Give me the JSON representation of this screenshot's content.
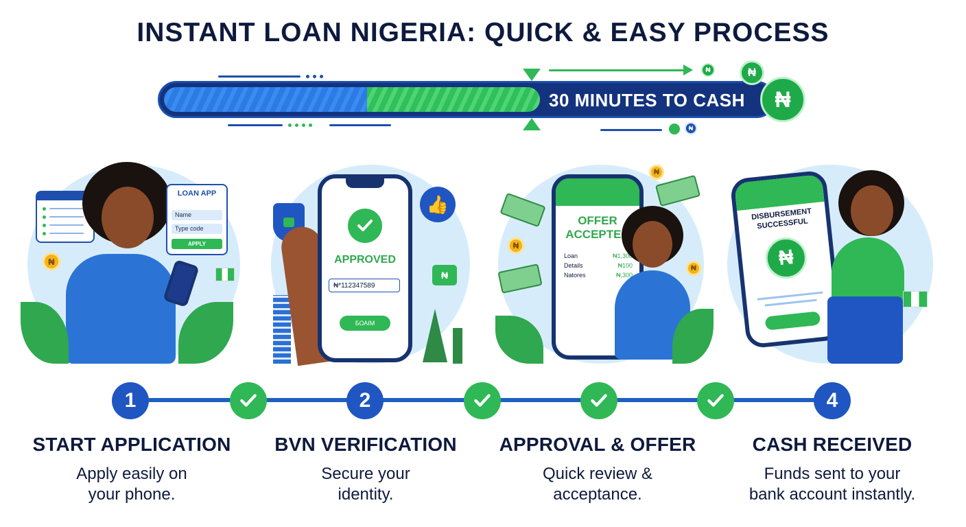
{
  "title": "INSTANT LOAN NIGERIA: QUICK & EASY PROCESS",
  "progress": {
    "label": "30 MINUTES TO CASH",
    "fraction": 0.62,
    "currency_symbol": "₦"
  },
  "colors": {
    "navy": "#0e1a3d",
    "blue": "#1f56c2",
    "green": "#2fb855",
    "light_blue": "#d7ecfb"
  },
  "step1": {
    "panel_title": "LOAN APP",
    "field_name": "Name",
    "field_code": "Type code",
    "button": "APPLY"
  },
  "step2": {
    "status": "APPROVED",
    "bvn_value": "₦*112347589",
    "button": "БОАІМ"
  },
  "step3": {
    "heading_line1": "OFFER",
    "heading_line2": "ACCEPTED",
    "rows": [
      {
        "label": "Loan",
        "value": "₦1,300"
      },
      {
        "label": "Details",
        "value": "₦100"
      },
      {
        "label": "Natores",
        "value": "₦,300"
      }
    ]
  },
  "step4": {
    "heading_line1": "DISBURSEMENT",
    "heading_line2": "SUCCESSFUL"
  },
  "timeline": {
    "numbers": [
      "1",
      "2",
      "4"
    ]
  },
  "steps": [
    {
      "title": "START APPLICATION",
      "desc_line1": "Apply easily on",
      "desc_line2": "your phone."
    },
    {
      "title": "BVN VERIFICATION",
      "desc_line1": "Secure your",
      "desc_line2": "identity."
    },
    {
      "title": "APPROVAL & OFFER",
      "desc_line1": "Quick review &",
      "desc_line2": "acceptance."
    },
    {
      "title": "CASH RECEIVED",
      "desc_line1": "Funds sent to your",
      "desc_line2": "bank account instantly."
    }
  ]
}
